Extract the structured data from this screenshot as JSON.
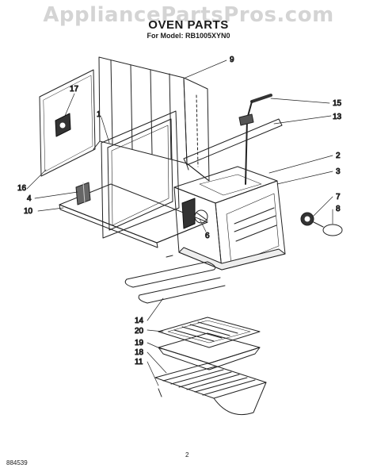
{
  "watermark": "AppliancePartsPros.com",
  "header": {
    "title": "OVEN PARTS",
    "subtitle": "For Model: RB1005XYN0"
  },
  "callouts": [
    "1",
    "2",
    "3",
    "4",
    "6",
    "7",
    "8",
    "9",
    "10",
    "11",
    "13",
    "14",
    "15",
    "16",
    "17",
    "18",
    "19",
    "20"
  ],
  "footer": {
    "code": "884539",
    "page": "2"
  }
}
